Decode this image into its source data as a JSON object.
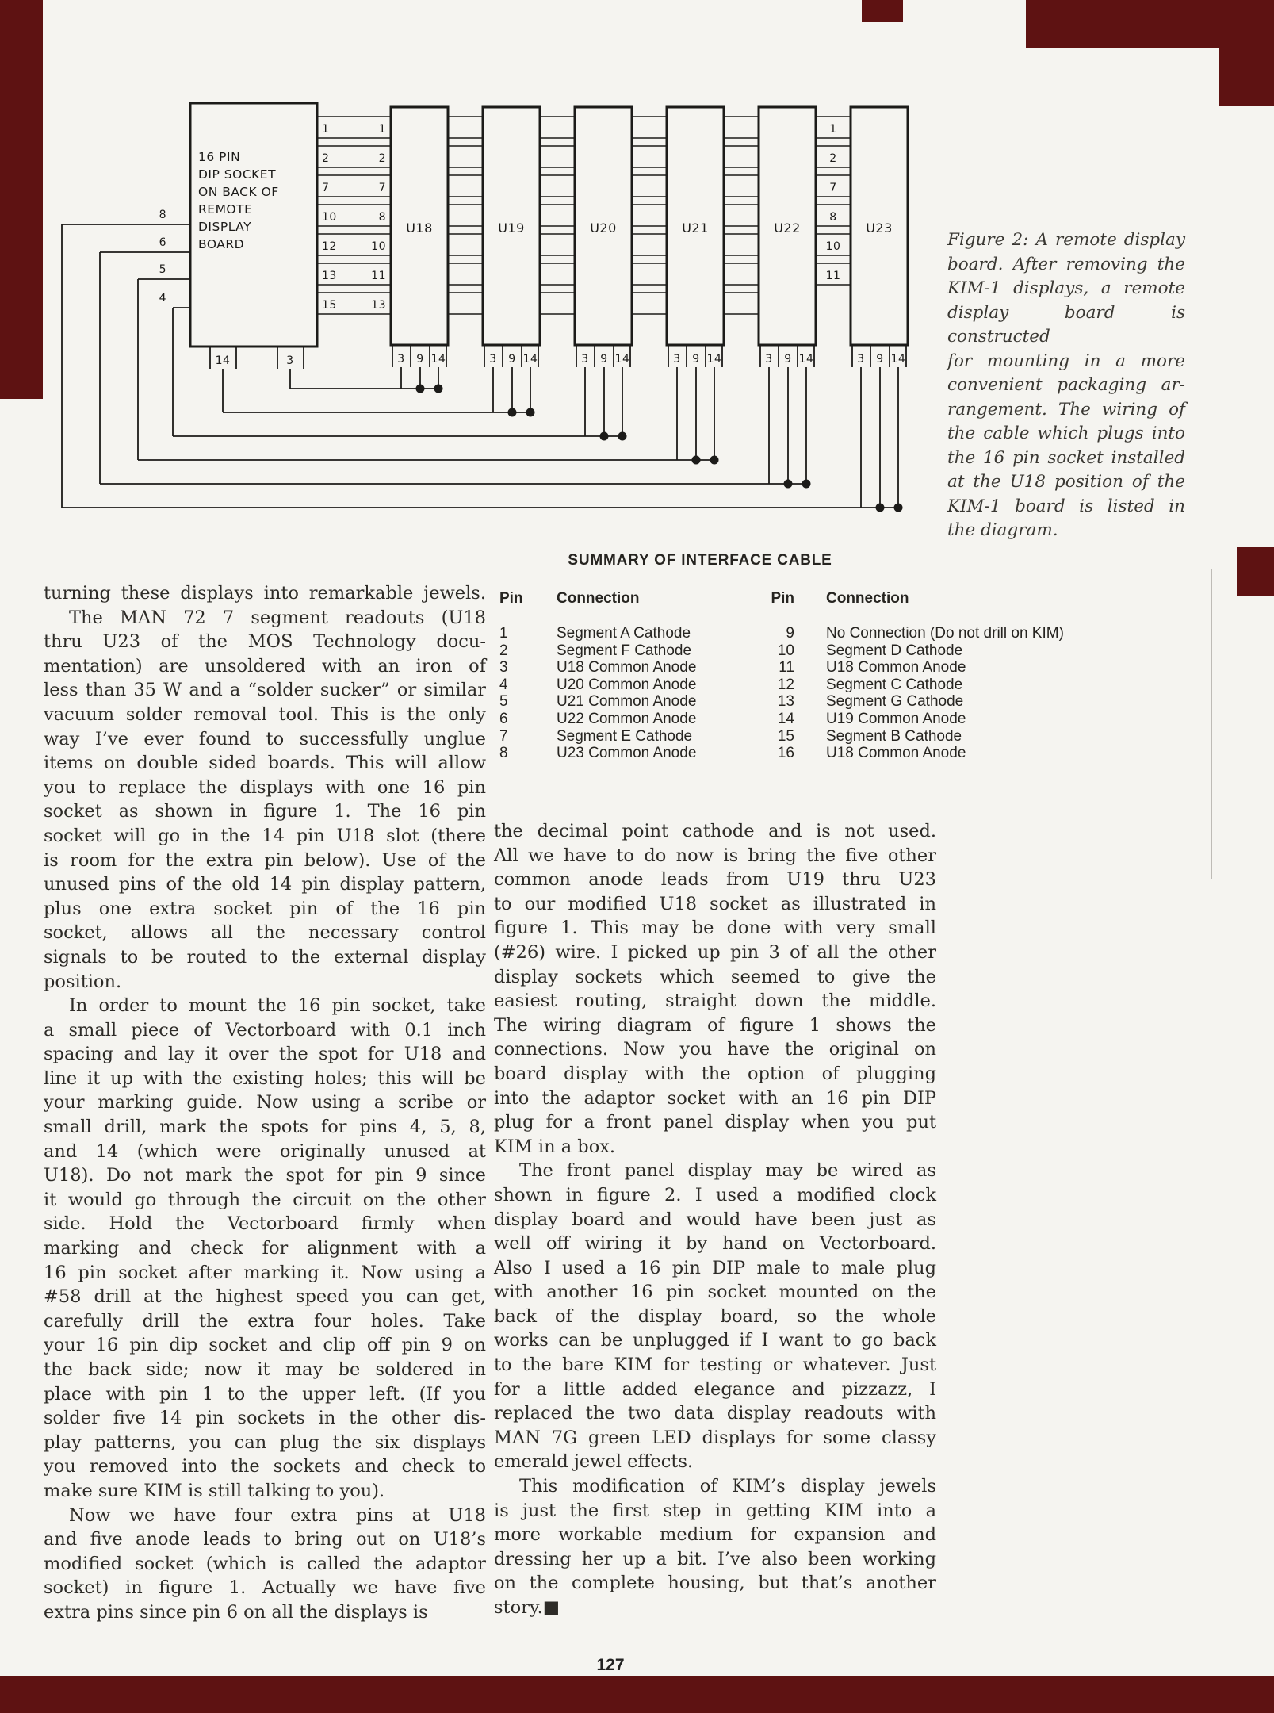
{
  "page": {
    "number": "127",
    "background_color": "#f5f4f0",
    "text_color": "#2d2b27",
    "artifact_color": "#5e1212"
  },
  "figure": {
    "socket_label_lines": [
      "16 PIN",
      "DIP SOCKET",
      "ON BACK OF",
      "REMOTE",
      "DISPLAY",
      "BOARD"
    ],
    "chips": [
      "U18",
      "U19",
      "U20",
      "U21",
      "U22",
      "U23"
    ],
    "socket_channel_pins_left": [
      "1",
      "2",
      "7",
      "10",
      "12",
      "13",
      "15"
    ],
    "socket_channel_pins_right": [
      "1",
      "2",
      "7",
      "8",
      "10",
      "11",
      "13"
    ],
    "socket_left_pins": [
      "8",
      "6",
      "5",
      "4"
    ],
    "socket_bottom_pins": [
      "14",
      "3"
    ],
    "u23_channel_pins": [
      "1",
      "2",
      "7",
      "8",
      "10",
      "11"
    ],
    "chip_bottom_pins": [
      "3",
      "9",
      "14"
    ],
    "caption_lines": [
      "Figure 2: A remote display",
      "board. After removing the",
      "KIM-1 displays, a remote",
      "display board is constructed",
      "for mounting in a more",
      "convenient packaging ar-",
      "rangement. The wiring of",
      "the cable which plugs into",
      "the 16 pin socket installed",
      "at the U18 position of the",
      "KIM-1 board is listed in",
      "the diagram."
    ]
  },
  "table": {
    "title": "SUMMARY OF INTERFACE CABLE",
    "col_headers": [
      "Pin",
      "Connection",
      "Pin",
      "Connection"
    ],
    "rows": [
      {
        "pin1": "1",
        "conn1": "Segment A Cathode",
        "pin2": "9",
        "conn2": "No Connection (Do not drill on KIM)"
      },
      {
        "pin1": "2",
        "conn1": "Segment F Cathode",
        "pin2": "10",
        "conn2": "Segment D Cathode"
      },
      {
        "pin1": "3",
        "conn1": "U18 Common Anode",
        "pin2": "11",
        "conn2": "U18 Common Anode"
      },
      {
        "pin1": "4",
        "conn1": "U20 Common Anode",
        "pin2": "12",
        "conn2": "Segment C Cathode"
      },
      {
        "pin1": "5",
        "conn1": "U21 Common Anode",
        "pin2": "13",
        "conn2": "Segment G Cathode"
      },
      {
        "pin1": "6",
        "conn1": "U22 Common Anode",
        "pin2": "14",
        "conn2": "U19 Common Anode"
      },
      {
        "pin1": "7",
        "conn1": "Segment E Cathode",
        "pin2": "15",
        "conn2": "Segment B Cathode"
      },
      {
        "pin1": "8",
        "conn1": "U23 Common Anode",
        "pin2": "16",
        "conn2": "U18 Common Anode"
      }
    ]
  },
  "columns": {
    "left": [
      {
        "indent": false,
        "last_left": false,
        "lines": [
          "turning these displays into remarkable jewels."
        ]
      },
      {
        "indent": true,
        "last_left": true,
        "lines": [
          "The MAN 72 7 segment readouts (U18",
          "thru U23 of the MOS Technology docu-",
          "mentation) are unsoldered with an iron of",
          "less than 35 W and a “solder sucker” or similar",
          "vacuum solder removal tool. This is the only",
          "way I’ve ever found to successfully unglue",
          "items on double sided boards. This will allow",
          "you to replace the displays with one 16 pin",
          "socket as shown in figure 1. The 16 pin",
          "socket will go in the 14 pin U18 slot (there",
          "is room for the extra pin below). Use of the",
          "unused pins of the old 14 pin display pattern,",
          "plus one extra socket pin of the 16 pin",
          "socket, allows all the necessary control",
          "signals to be routed to the external display",
          "position."
        ]
      },
      {
        "indent": true,
        "last_left": true,
        "lines": [
          "In order to mount the 16 pin socket, take",
          "a small piece of Vectorboard with 0.1 inch",
          "spacing and lay it over the spot for U18 and",
          "line it up with the existing holes; this will be",
          "your marking guide. Now using a scribe or",
          "small drill, mark the spots for pins 4, 5, 8,",
          "and 14 (which were originally unused at",
          "U18). Do not mark the spot for pin 9 since",
          "it would go through the circuit on the other",
          "side. Hold the Vectorboard firmly when",
          "marking and check for alignment with a",
          "16 pin socket after marking it. Now using a",
          "#58 drill at the highest speed you can get,",
          "carefully drill the extra four holes. Take",
          "your 16 pin dip socket and clip off pin 9 on",
          "the back side; now it may be soldered in",
          "place with pin 1 to the upper left. (If you",
          "solder five 14 pin sockets in the other dis-",
          "play patterns, you can plug the six displays",
          "you removed into the sockets and check to",
          "make sure KIM is still talking to you)."
        ]
      },
      {
        "indent": true,
        "last_left": true,
        "lines": [
          "Now we have four extra pins at U18",
          "and five anode leads to bring out on U18’s",
          "modified socket (which is called the adaptor",
          "socket) in figure 1. Actually we have five",
          "extra pins since pin 6 on all the displays is"
        ]
      }
    ],
    "right": [
      {
        "indent": false,
        "last_left": true,
        "lines": [
          "the decimal point cathode and is not used.",
          "All we have to do now is bring the five other",
          "common anode leads from U19 thru U23",
          "to our modified U18 socket as illustrated in",
          "figure 1. This may be done with very small",
          "(#26) wire. I picked up pin 3 of all the other",
          "display sockets which seemed to give the",
          "easiest routing, straight down the middle.",
          "The wiring diagram of figure 1 shows the",
          "connections. Now you have the original on",
          "board display with the option of plugging",
          "into the adaptor socket with an 16 pin DIP",
          "plug for a front panel display when you put",
          "KIM in a box."
        ]
      },
      {
        "indent": true,
        "last_left": true,
        "lines": [
          "The front panel display may be wired as",
          "shown in figure 2. I used a modified clock",
          "display board and would have been just as",
          "well off wiring it by hand on Vectorboard.",
          "Also I used a 16 pin DIP male to male plug",
          "with another 16 pin socket mounted on the",
          "back of the display board, so the whole",
          "works can be unplugged if I want to go back",
          "to the bare KIM for testing or whatever. Just",
          "for a little added elegance and pizzazz, I",
          "replaced the two data display readouts with",
          "MAN 7G green LED displays for some classy",
          "emerald jewel effects."
        ]
      },
      {
        "indent": true,
        "last_left": true,
        "lines": [
          "This modification of KIM’s display jewels",
          "is just the first step in getting KIM into a",
          "more workable medium for expansion and",
          "dressing her up a bit. I’ve also been working",
          "on the complete housing, but that’s another",
          "story.■"
        ]
      }
    ]
  }
}
